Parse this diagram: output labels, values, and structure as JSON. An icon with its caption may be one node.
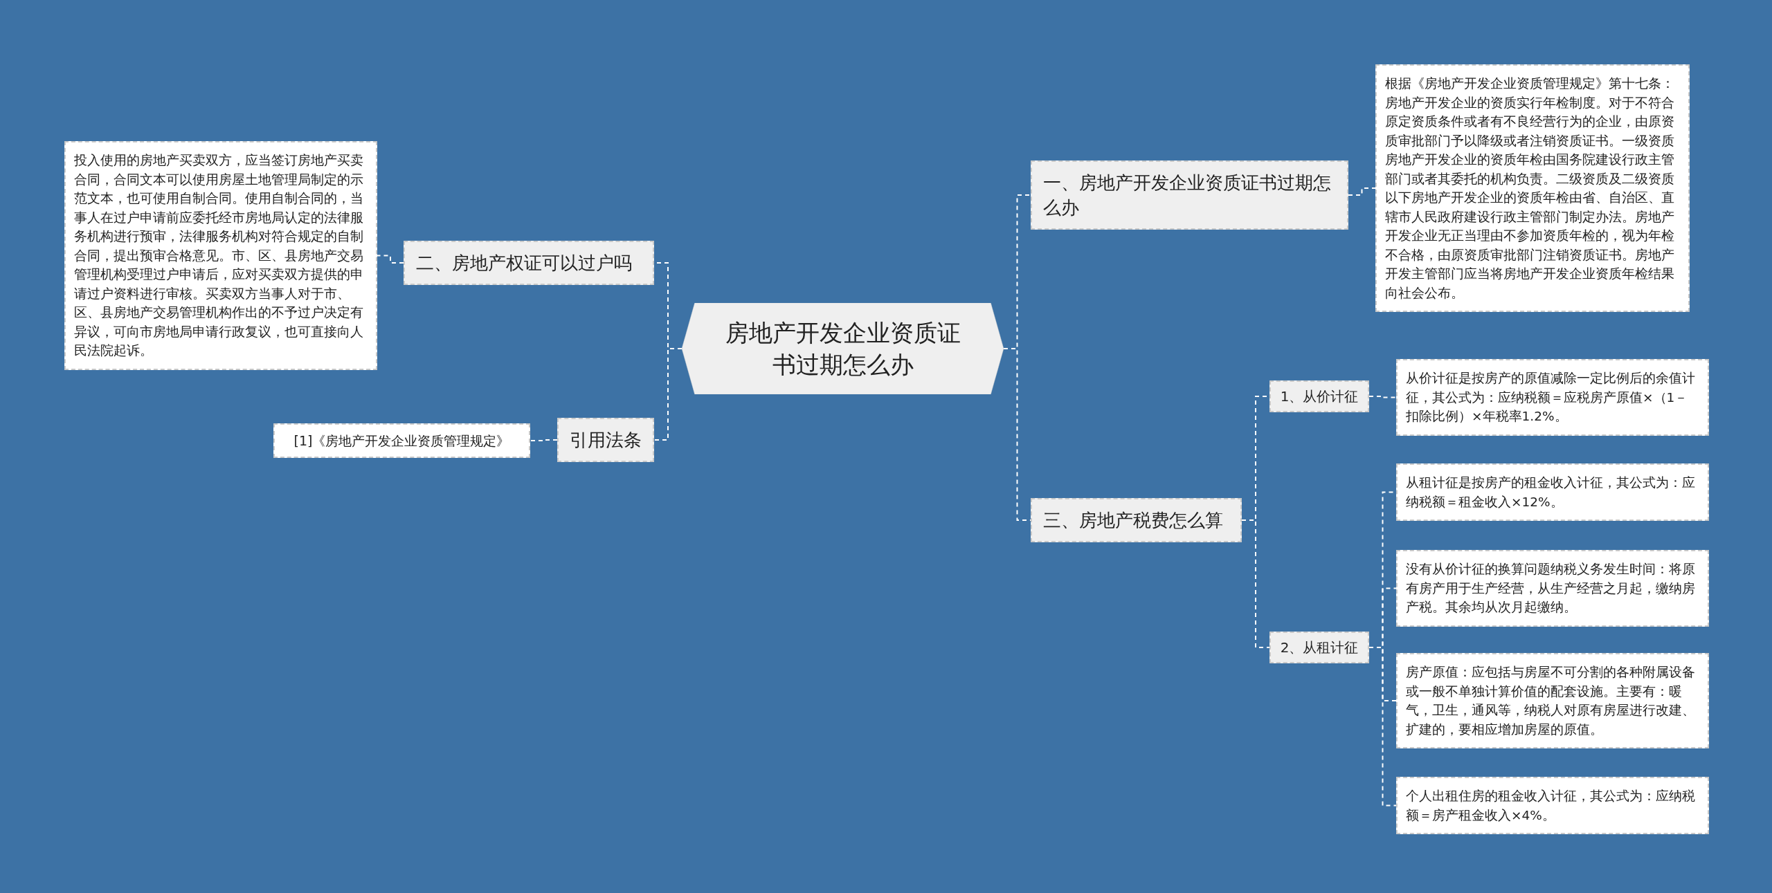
{
  "diagram": {
    "nodes": [
      {
        "text": [
          "房地产开发企业资质证书过期怎么办"
        ]
      },
      {
        "text": [
          "一、房地产开发企业资质证书过期怎么办"
        ]
      },
      {
        "text": [
          "根据《房地产开发企业资质管理规定》第十七条：房地产开发企业的资质实行年检制度。对于不符合原定资质条件或者有不良经营行为的企业，由原资质审批部门予以降级或者注销资质证书。一级资质房地产开发企业的资质年检由国务院建设行政主管部门或者其委托的机构负责。二级资质及二级资质以下房地产开发企业的资质年检由省、自治区、直辖市人民政府建设行政主管部门制定办法。房地产开发企业无正当理由不参加资质年检的，视为年检不合格，由原资质审批部门注销资质证书。房地产开发主管部门应当将房地产开发企业资质年检结果向社会公布。"
        ]
      },
      {
        "text": [
          "三、房地产税费怎么算"
        ]
      },
      {
        "text": [
          "1、从价计征"
        ]
      },
      {
        "text": [
          "从价计征是按房产的原值减除一定比例后的余值计征，其公式为：应纳税额＝应税房产原值×（1－扣除比例）×年税率1.2%。"
        ]
      },
      {
        "text": [
          "2、从租计征"
        ]
      },
      {
        "text": [
          "从租计征是按房产的租金收入计征，其公式为：应纳税额＝租金收入×12%。"
        ]
      },
      {
        "text": [
          "没有从价计征的换算问题纳税义务发生时间：将原有房产用于生产经营，从生产经营之月起，缴纳房产税。其余均从次月起缴纳。"
        ]
      },
      {
        "text": [
          "房产原值：应包括与房屋不可分割的各种附属设备或一般不单独计算价值的配套设施。主要有：暖气，卫生，通风等，纳税人对原有房屋进行改建、扩建的，要相应增加房屋的原值。"
        ]
      },
      {
        "text": [
          "个人出租住房的租金收入计征，其公式为：应纳税额＝房产租金收入×4%。"
        ]
      },
      {
        "text": [
          "二、房地产权证可以过户吗"
        ]
      },
      {
        "text": [
          "投入使用的房地产买卖双方，应当签订房地产买卖合同，合同文本可以使用房屋土地管理局制定的示范文本，也可使用自制合同。使用自制合同的，当事人在过户申请前应委托经市房地局认定的法律服务机构进行预审，法律服务机构对符合规定的自制合同，提出预审合格意见。市、区、县房地产交易管理机构受理过户申请后，应对买卖双方提供的申请过户资料进行审核。买卖双方当事人对于市、区、县房地产交易管理机构作出的不予过户决定有异议，可向市房地局申请行政复议，也可直接向人民法院起诉。"
        ]
      },
      {
        "text": [
          "引用法条"
        ]
      },
      {
        "text": [
          "[1]《房地产开发企业资质管理规定》"
        ]
      }
    ],
    "edges": [
      {
        "from": 0,
        "to": 1,
        "arrow": "none"
      },
      {
        "from": 1,
        "to": 2,
        "arrow": "none"
      },
      {
        "from": 0,
        "to": 3,
        "arrow": "none"
      },
      {
        "from": 3,
        "to": 4,
        "arrow": "none"
      },
      {
        "from": 4,
        "to": 5,
        "arrow": "none"
      },
      {
        "from": 3,
        "to": 6,
        "arrow": "none"
      },
      {
        "from": 6,
        "to": 7,
        "arrow": "none"
      },
      {
        "from": 6,
        "to": 8,
        "arrow": "none"
      },
      {
        "from": 6,
        "to": 9,
        "arrow": "none"
      },
      {
        "from": 6,
        "to": 10,
        "arrow": "none"
      },
      {
        "from": 0,
        "to": 11,
        "arrow": "none"
      },
      {
        "from": 11,
        "to": 12,
        "arrow": "none"
      },
      {
        "from": 0,
        "to": 13,
        "arrow": "none"
      },
      {
        "from": 13,
        "to": 14,
        "arrow": "none"
      }
    ]
  }
}
